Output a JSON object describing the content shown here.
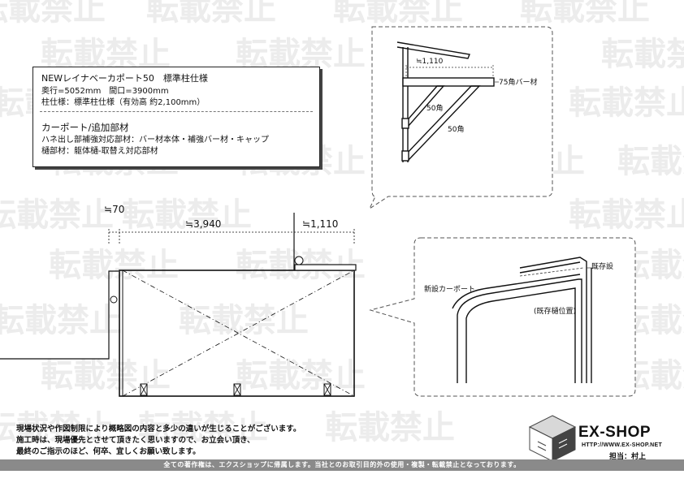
{
  "watermark": {
    "text": "転載禁止"
  },
  "info_box": {
    "title": "NEWレイナベーカポート50　標準柱仕様",
    "size": "奥行=5052mm　間口=3900mm",
    "pillar": "柱仕様：標準柱仕様（有効高 約2,100mm）",
    "section_title": "カーポート/追加部材",
    "part_1": "ハネ出し部補強対応部材：バー材本体・補強バー材・キャップ",
    "part_2": "樋部材：躯体樋-取替え対応部材"
  },
  "dimensions": {
    "left": "≒70",
    "main": "≒3,940",
    "overhang": "≒1,110"
  },
  "detail_top": {
    "dim": "≒1,110",
    "bar_label": "75角バー材",
    "brace_1": "50角",
    "brace_2": "50角"
  },
  "detail_bottom": {
    "existing": "既存設",
    "new_carport": "新設カーポート",
    "gutter": "(既存樋位置)"
  },
  "notes": [
    "現場状況や作図制限により概略図の内容と多少の違いが生じることがございます。",
    "施工時は、現場優先とさせて頂きたく思いますので、お立会い頂き、",
    "最終のご指示のほど、何卒、宜しくお願い致します。"
  ],
  "logo": {
    "name": "EX-SHOP",
    "url": "HTTP://WWW.EX-SHOP.NET",
    "staff": "担当：村上"
  },
  "footer": {
    "text": "全ての著作権は、エクスショップに帰属します。当社とのお取引目的外の使用・複製・転載禁止となっております。"
  }
}
